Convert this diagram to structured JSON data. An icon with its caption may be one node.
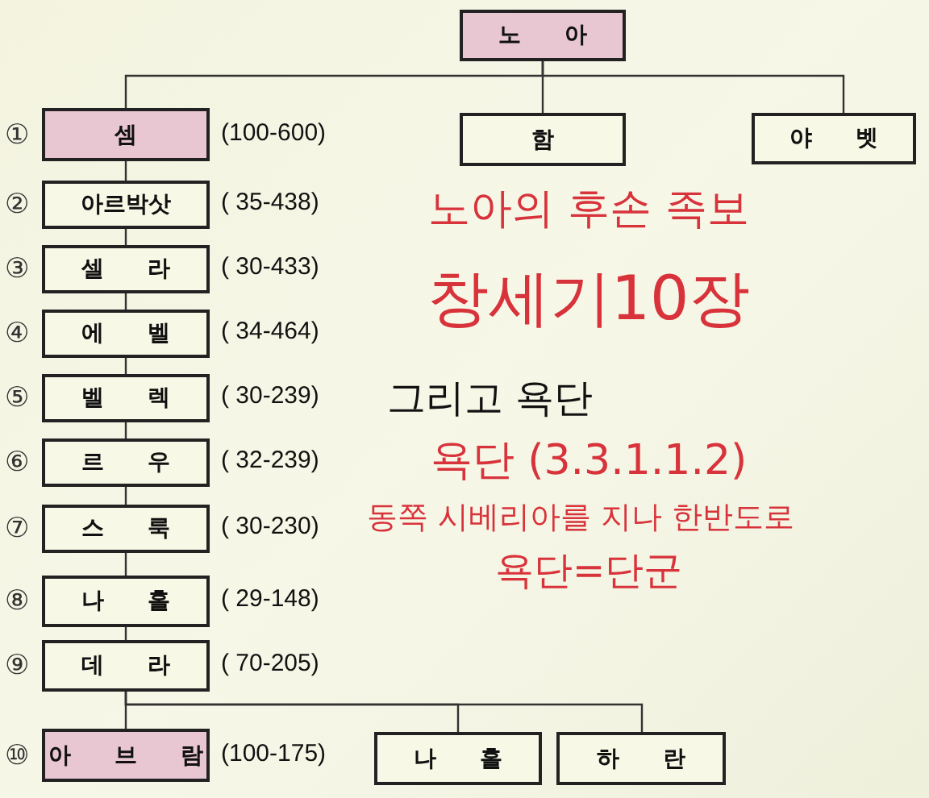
{
  "diagram": {
    "nodes": [
      {
        "text": [
          "노 아"
        ]
      },
      {
        "text": [
          "셈"
        ],
        "beside": [
          "①",
          "(100-600)"
        ]
      },
      {
        "text": [
          "함"
        ]
      },
      {
        "text": [
          "야 벳"
        ]
      },
      {
        "text": [
          "아르박삿"
        ],
        "beside": [
          "②",
          "( 35-438)"
        ]
      },
      {
        "text": [
          "셀 라"
        ],
        "beside": [
          "③",
          "( 30-433)"
        ]
      },
      {
        "text": [
          "에 벨"
        ],
        "beside": [
          "④",
          "( 34-464)"
        ]
      },
      {
        "text": [
          "벨 렉"
        ],
        "beside": [
          "⑤",
          "( 30-239)"
        ]
      },
      {
        "text": [
          "르 우"
        ],
        "beside": [
          "⑥",
          "( 32-239)"
        ]
      },
      {
        "text": [
          "스 룩"
        ],
        "beside": [
          "⑦",
          "( 30-230)"
        ]
      },
      {
        "text": [
          "나 홀"
        ],
        "beside": [
          "⑧",
          "( 29-148)"
        ]
      },
      {
        "text": [
          "데 라"
        ],
        "beside": [
          "⑨",
          "( 70-205)"
        ]
      },
      {
        "text": [
          "아 브 람"
        ],
        "beside": [
          "⑩",
          "(100-175)"
        ]
      },
      {
        "text": [
          "나 홀"
        ]
      },
      {
        "text": [
          "하 란"
        ]
      }
    ],
    "edges": [
      {
        "from": 0,
        "to": 1,
        "arrow": "none"
      },
      {
        "from": 0,
        "to": 2,
        "arrow": "none"
      },
      {
        "from": 0,
        "to": 3,
        "arrow": "none"
      },
      {
        "from": 1,
        "to": 4,
        "arrow": "none"
      },
      {
        "from": 4,
        "to": 5,
        "arrow": "none"
      },
      {
        "from": 5,
        "to": 6,
        "arrow": "none"
      },
      {
        "from": 6,
        "to": 7,
        "arrow": "none"
      },
      {
        "from": 7,
        "to": 8,
        "arrow": "none"
      },
      {
        "from": 8,
        "to": 9,
        "arrow": "none"
      },
      {
        "from": 9,
        "to": 10,
        "arrow": "none"
      },
      {
        "from": 10,
        "to": 11,
        "arrow": "none"
      },
      {
        "from": 11,
        "to": 12,
        "arrow": "none"
      },
      {
        "from": 11,
        "to": 13,
        "arrow": "none"
      },
      {
        "from": 11,
        "to": 14,
        "arrow": "none"
      }
    ],
    "labels": [
      "노아의 후손 족보",
      "창세기10장",
      "그리고 욕단",
      "욕단 (3.3.1.1.2)",
      "동쪽 시베리아를 지나 한반도로",
      "욕단=단군"
    ]
  }
}
